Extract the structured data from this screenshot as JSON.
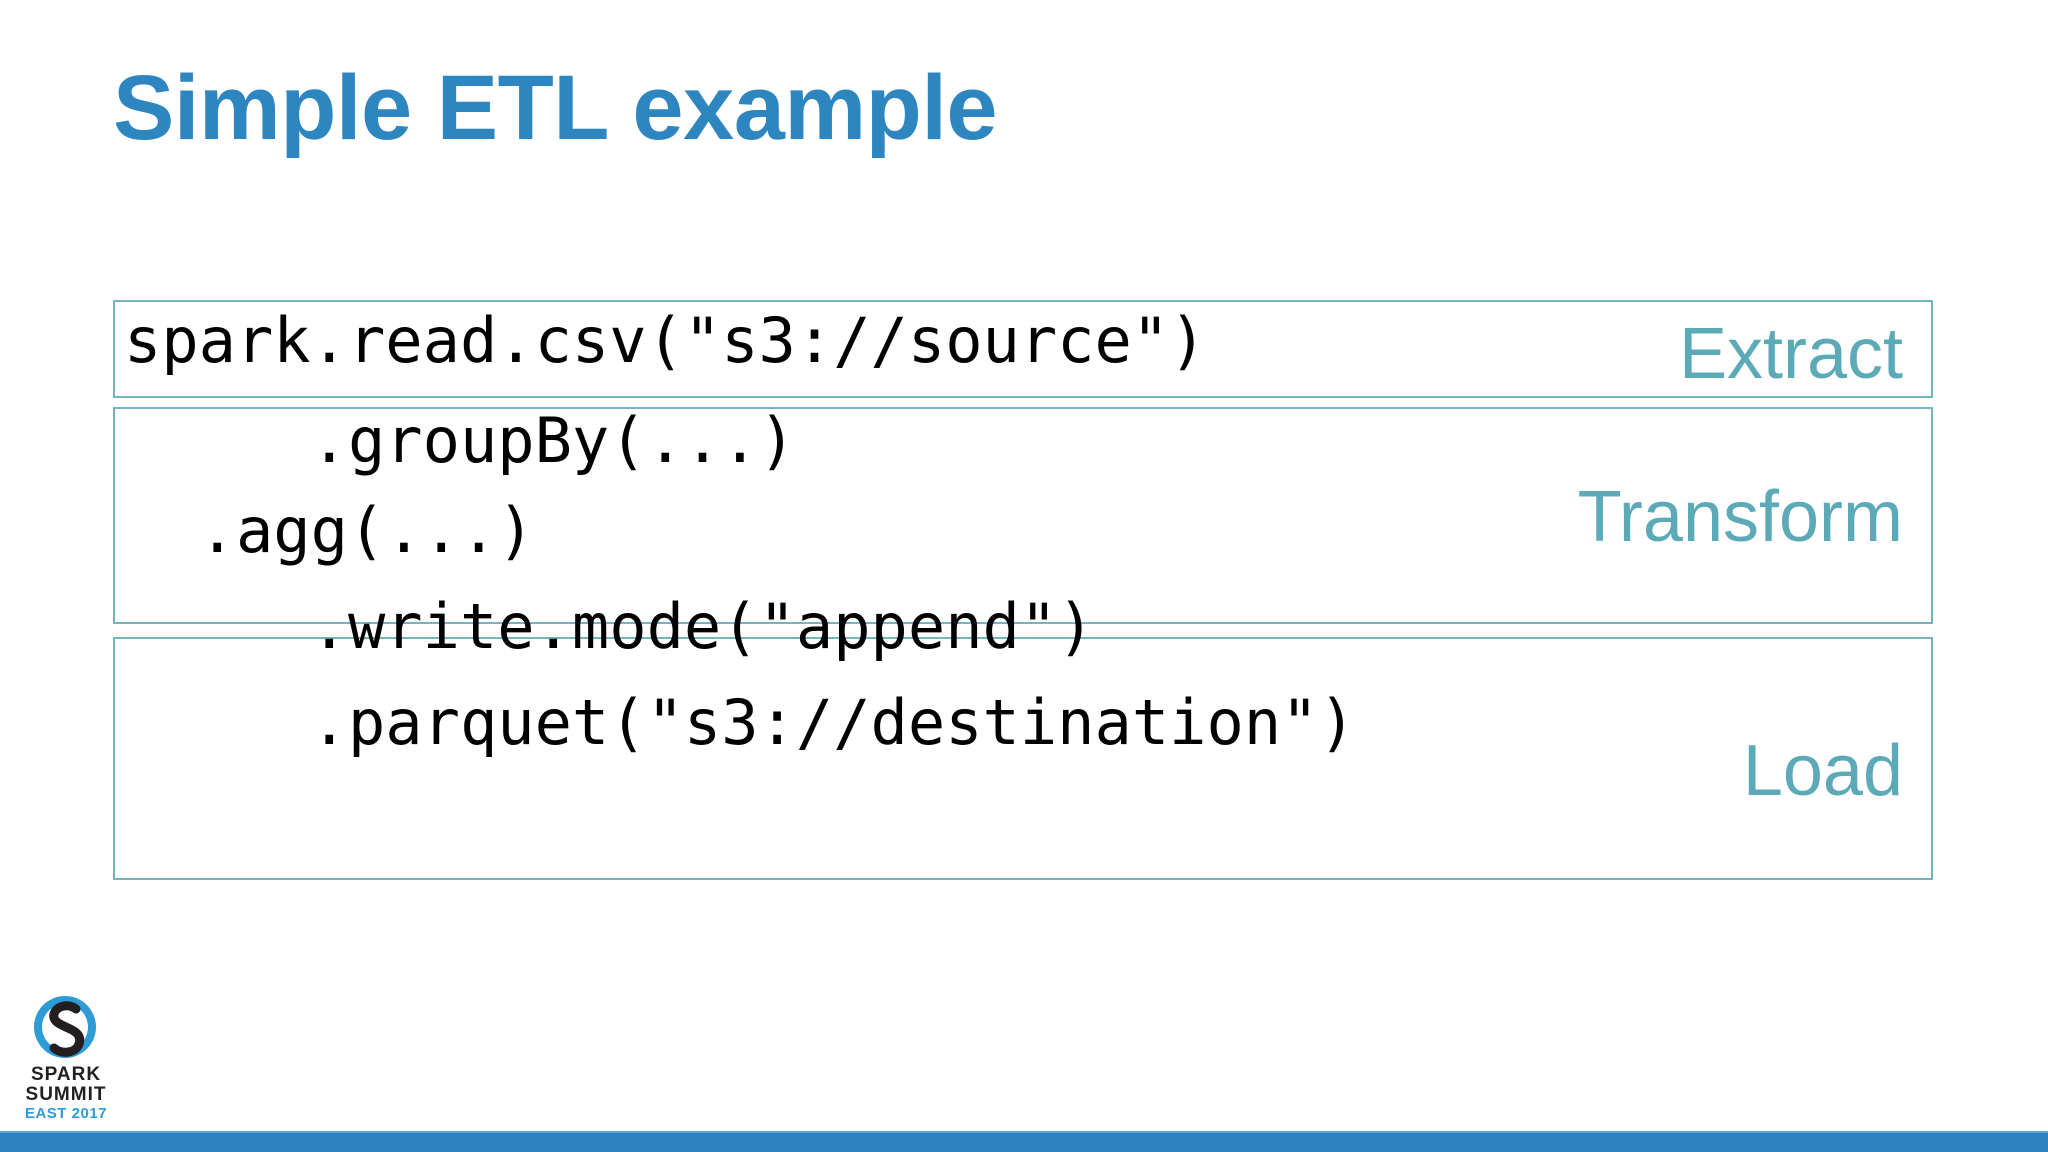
{
  "slide": {
    "title": "Simple ETL example",
    "title_color": "#2E86C1",
    "background_color": "#FFFFFF"
  },
  "code_block": {
    "language": "python",
    "font": "monospace",
    "text_color": "#000000",
    "lines": [
      "spark.read.csv(\"s3://source\")",
      "     .groupBy(...)",
      "  .agg(...)",
      "     .write.mode(\"append\")",
      "     .parquet(\"s3://destination\")"
    ]
  },
  "stages": {
    "border_color": "#74B4C2",
    "label_color": "#5CA9B8",
    "items": [
      {
        "id": "extract",
        "label": "Extract"
      },
      {
        "id": "transform",
        "label": "Transform"
      },
      {
        "id": "load",
        "label": "Load"
      }
    ]
  },
  "logo": {
    "name": "spark-summit-east-2017-logo",
    "line1": "SPARK",
    "line2": "SUMMIT",
    "line3": "EAST 2017",
    "mark_color": "#2E9BD6",
    "text_color": "#231F20"
  },
  "footer": {
    "bar_color": "#3083C0"
  }
}
